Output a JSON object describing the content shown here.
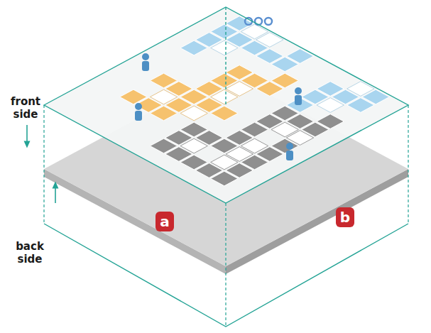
{
  "diagram": {
    "labels": [
      "front side",
      "back side",
      "a",
      "b"
    ]
  }
}
